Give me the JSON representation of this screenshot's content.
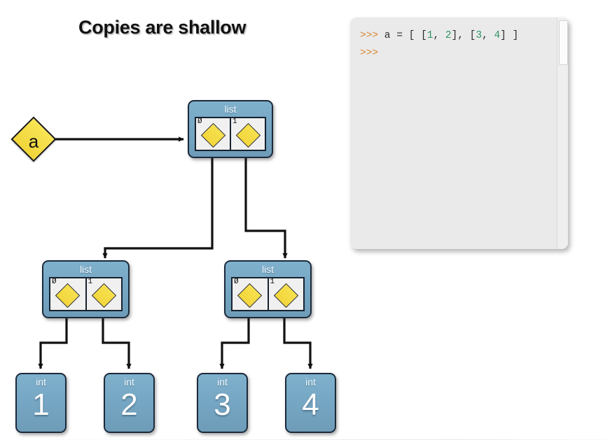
{
  "slide": {
    "title": "Copies are shallow",
    "background_color": "#ffffff"
  },
  "colors": {
    "node_fill": "#76a7c4",
    "node_border": "#1c2a3a",
    "diamond_fill": "#f2d63c",
    "diamond_border": "#2a2a2a",
    "prompt_orange": "#d98534",
    "number_green": "#2e9463",
    "terminal_bg": "#eaeaea",
    "connector": "#111111"
  },
  "diagram": {
    "variable": {
      "name": "a",
      "shape": "diamond"
    },
    "root_list": {
      "type_label": "list",
      "slots": [
        {
          "index": "Ø",
          "icon": "reference-diamond"
        },
        {
          "index": "1",
          "icon": "reference-diamond"
        }
      ]
    },
    "child_list_left": {
      "type_label": "list",
      "slots": [
        {
          "index": "Ø",
          "icon": "reference-diamond"
        },
        {
          "index": "1",
          "icon": "reference-diamond"
        }
      ]
    },
    "child_list_right": {
      "type_label": "list",
      "slots": [
        {
          "index": "Ø",
          "icon": "reference-diamond"
        },
        {
          "index": "1",
          "icon": "reference-diamond"
        }
      ]
    },
    "int_nodes": [
      {
        "type_label": "int",
        "value": "1"
      },
      {
        "type_label": "int",
        "value": "2"
      },
      {
        "type_label": "int",
        "value": "3"
      },
      {
        "type_label": "int",
        "value": "4"
      }
    ],
    "arrows": [
      {
        "from": "variable-a",
        "to": "root-list"
      },
      {
        "from": "root-list-slot-0",
        "to": "child-list-left"
      },
      {
        "from": "root-list-slot-1",
        "to": "child-list-right"
      },
      {
        "from": "child-list-left-slot-0",
        "to": "int-1"
      },
      {
        "from": "child-list-left-slot-1",
        "to": "int-2"
      },
      {
        "from": "child-list-right-slot-0",
        "to": "int-3"
      },
      {
        "from": "child-list-right-slot-1",
        "to": "int-4"
      }
    ]
  },
  "terminal": {
    "lines": [
      {
        "tokens": [
          {
            "text": ">>>",
            "kind": "prompt"
          },
          {
            "text": " a = [ [",
            "kind": "plain"
          },
          {
            "text": "1",
            "kind": "num"
          },
          {
            "text": ", ",
            "kind": "plain"
          },
          {
            "text": "2",
            "kind": "num"
          },
          {
            "text": "], [",
            "kind": "plain"
          },
          {
            "text": "3",
            "kind": "num"
          },
          {
            "text": ", ",
            "kind": "plain"
          },
          {
            "text": "4",
            "kind": "num"
          },
          {
            "text": "] ]",
            "kind": "plain"
          }
        ]
      },
      {
        "tokens": [
          {
            "text": ">>>",
            "kind": "prompt"
          }
        ]
      }
    ]
  }
}
